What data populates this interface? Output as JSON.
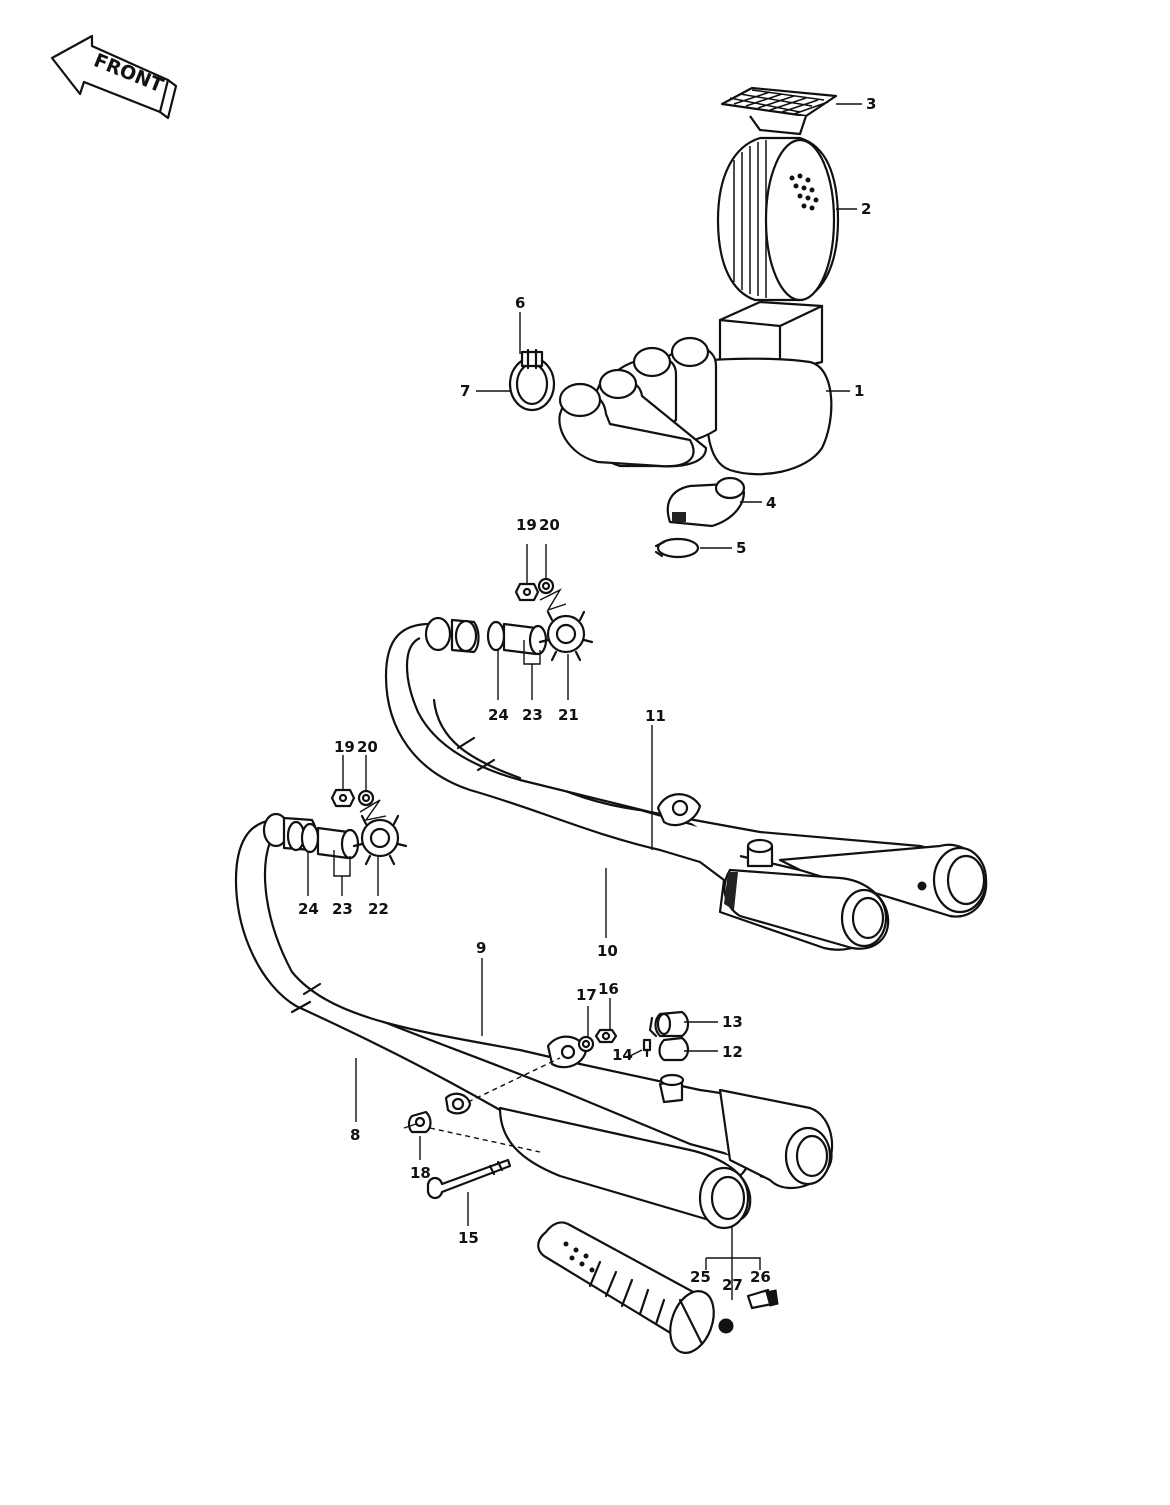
{
  "arrow": {
    "text": "FRONT"
  },
  "labels": {
    "l1": "1",
    "l2": "2",
    "l3": "3",
    "l4": "4",
    "l5": "5",
    "l6": "6",
    "l7": "7",
    "l8": "8",
    "l9": "9",
    "l10": "10",
    "l11": "11",
    "l12": "12",
    "l13": "13",
    "l14": "14",
    "l15": "15",
    "l16": "16",
    "l17": "17",
    "l18": "18",
    "l19a": "19",
    "l20a": "20",
    "l19b": "19",
    "l20b": "20",
    "l21": "21",
    "l22": "22",
    "l23a": "23",
    "l23b": "23",
    "l24a": "24",
    "l24b": "24",
    "l25": "25",
    "l26": "26",
    "l27": "27"
  }
}
